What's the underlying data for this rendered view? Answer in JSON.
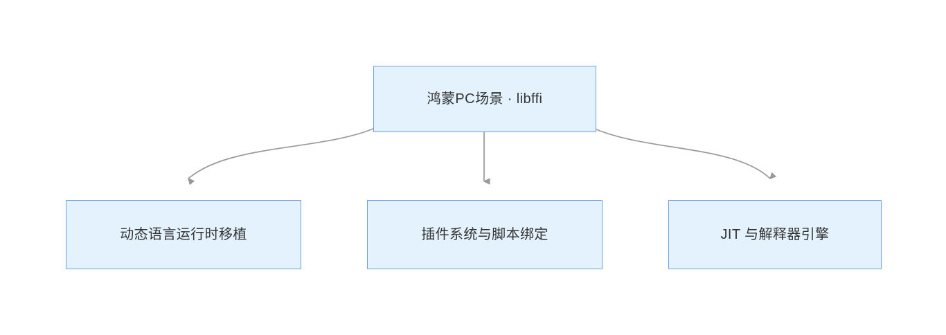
{
  "diagram": {
    "type": "flowchart",
    "direction": "top-down",
    "background_color": "#ffffff",
    "node_fill_color": "#e3f2fd",
    "node_border_color": "#6c9eeb",
    "node_text_color": "#333333",
    "edge_color": "#999999",
    "arrowhead_color": "#999999",
    "root": {
      "id": "root",
      "label": "鸿蒙PC场景 · libffi"
    },
    "children": [
      {
        "id": "child-0",
        "label": "动态语言运行时移植"
      },
      {
        "id": "child-1",
        "label": "插件系统与脚本绑定"
      },
      {
        "id": "child-2",
        "label": "JIT 与解释器引擎"
      }
    ],
    "edges": [
      {
        "id": "edge-0",
        "from": "鸿蒙PC场景 · libffi",
        "to": "动态语言运行时移植",
        "style": "curved",
        "arrow": "arrowhead-down-icon"
      },
      {
        "id": "edge-1",
        "from": "鸿蒙PC场景 · libffi",
        "to": "插件系统与脚本绑定",
        "style": "straight",
        "arrow": "arrowhead-down-icon"
      },
      {
        "id": "edge-2",
        "from": "鸿蒙PC场景 · libffi",
        "to": "JIT 与解释器引擎",
        "style": "curved",
        "arrow": "arrowhead-down-icon"
      }
    ]
  }
}
